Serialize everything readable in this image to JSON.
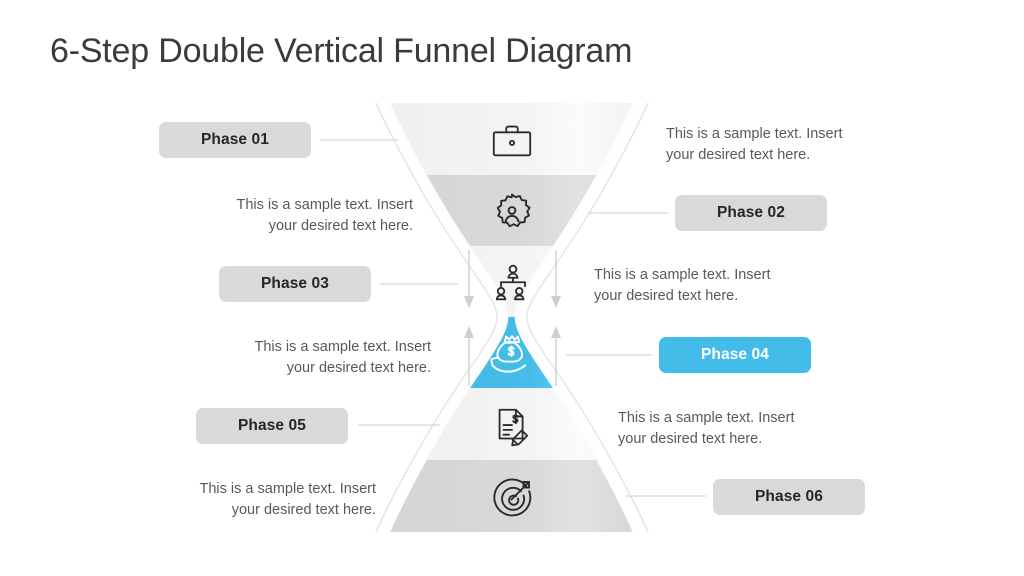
{
  "slide": {
    "title": "6-Step Double Vertical Funnel Diagram",
    "background_color": "#ffffff"
  },
  "theme": {
    "accent_color": "#44BCE9",
    "pill_color": "#d9d9d9",
    "pill_text_color": "#262626",
    "active_pill_text_color": "#ffffff",
    "body_text_color": "#595959",
    "title_color": "#3b3b3b",
    "band_light_color": "#f2f2f2",
    "band_dark_color": "#d9d9d9",
    "connector_color": "#d6d6d6",
    "outline_color": "#e8e8e8"
  },
  "steps": [
    {
      "id": "step-1",
      "label": "Phase 01",
      "label_side": "left",
      "text": "This is a sample text. Insert\nyour desired text here.",
      "text_side": "right",
      "icon": "briefcase-icon",
      "band_shade": "light",
      "active": false
    },
    {
      "id": "step-2",
      "label": "Phase 02",
      "label_side": "right",
      "text": "This is a sample text. Insert\nyour desired text here.",
      "text_side": "left",
      "icon": "user-gear-icon",
      "band_shade": "dark",
      "active": false
    },
    {
      "id": "step-3",
      "label": "Phase 03",
      "label_side": "left",
      "text": "This is a sample text. Insert\nyour desired text here.",
      "text_side": "right",
      "icon": "team-hierarchy-icon",
      "band_shade": "light",
      "active": false
    },
    {
      "id": "step-4",
      "label": "Phase 04",
      "label_side": "right",
      "text": "This is a sample text. Insert\nyour desired text here.",
      "text_side": "left",
      "icon": "money-bag-hand-icon",
      "band_shade": "accent",
      "active": true
    },
    {
      "id": "step-5",
      "label": "Phase 05",
      "label_side": "left",
      "text": "This is a sample text. Insert\nyour desired text here.",
      "text_side": "right",
      "icon": "invoice-pencil-icon",
      "band_shade": "light",
      "active": false
    },
    {
      "id": "step-6",
      "label": "Phase 06",
      "label_side": "right",
      "text": "This is a sample text. Insert\nyour desired text here.",
      "text_side": "left",
      "icon": "target-dart-icon",
      "band_shade": "dark",
      "active": false
    }
  ],
  "flow_arrows": {
    "down_left": "arrow-down-icon",
    "down_right": "arrow-down-icon",
    "up_left": "arrow-up-icon",
    "up_right": "arrow-up-icon"
  }
}
